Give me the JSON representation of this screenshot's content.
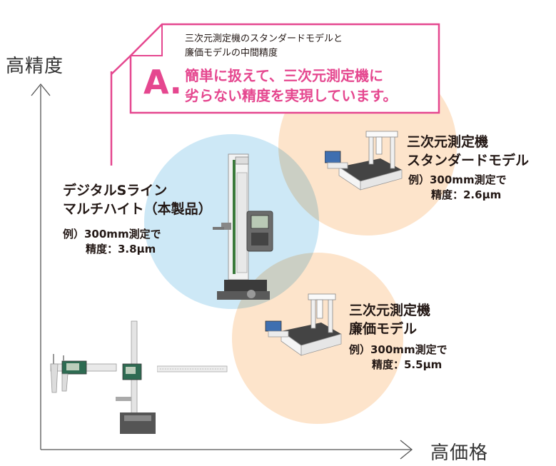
{
  "axes": {
    "y_label": "高精度",
    "x_label": "高価格"
  },
  "callout": {
    "sub_line1": "三次元測定機のスタンダードモデルと",
    "sub_line2": "廉価モデルの中間精度",
    "letter": "A.",
    "main_line1": "簡単に扱えて、三次元測定機に",
    "main_line2": "劣らない精度を実現しています。"
  },
  "products": {
    "digital": {
      "title_line1": "デジタルSライン",
      "title_line2": "マルチハイト（本製品）",
      "spec_line1": "例）300mm測定で",
      "spec_line2": "精度：3.8µm"
    },
    "standard": {
      "title_line1": "三次元測定機",
      "title_line2": "スタンダードモデル",
      "spec_line1": "例）300mm測定で",
      "spec_line2": "精度：2.6µm"
    },
    "budget": {
      "title_line1": "三次元測定機",
      "title_line2": "廉価モデル",
      "spec_line1": "例）300mm測定で",
      "spec_line2": "精度：5.5µm"
    }
  },
  "colors": {
    "accent_pink": "#e5478f",
    "blue_circle": "#cde8f6",
    "orange_circle": "#fde3c8",
    "axis": "#555555"
  }
}
